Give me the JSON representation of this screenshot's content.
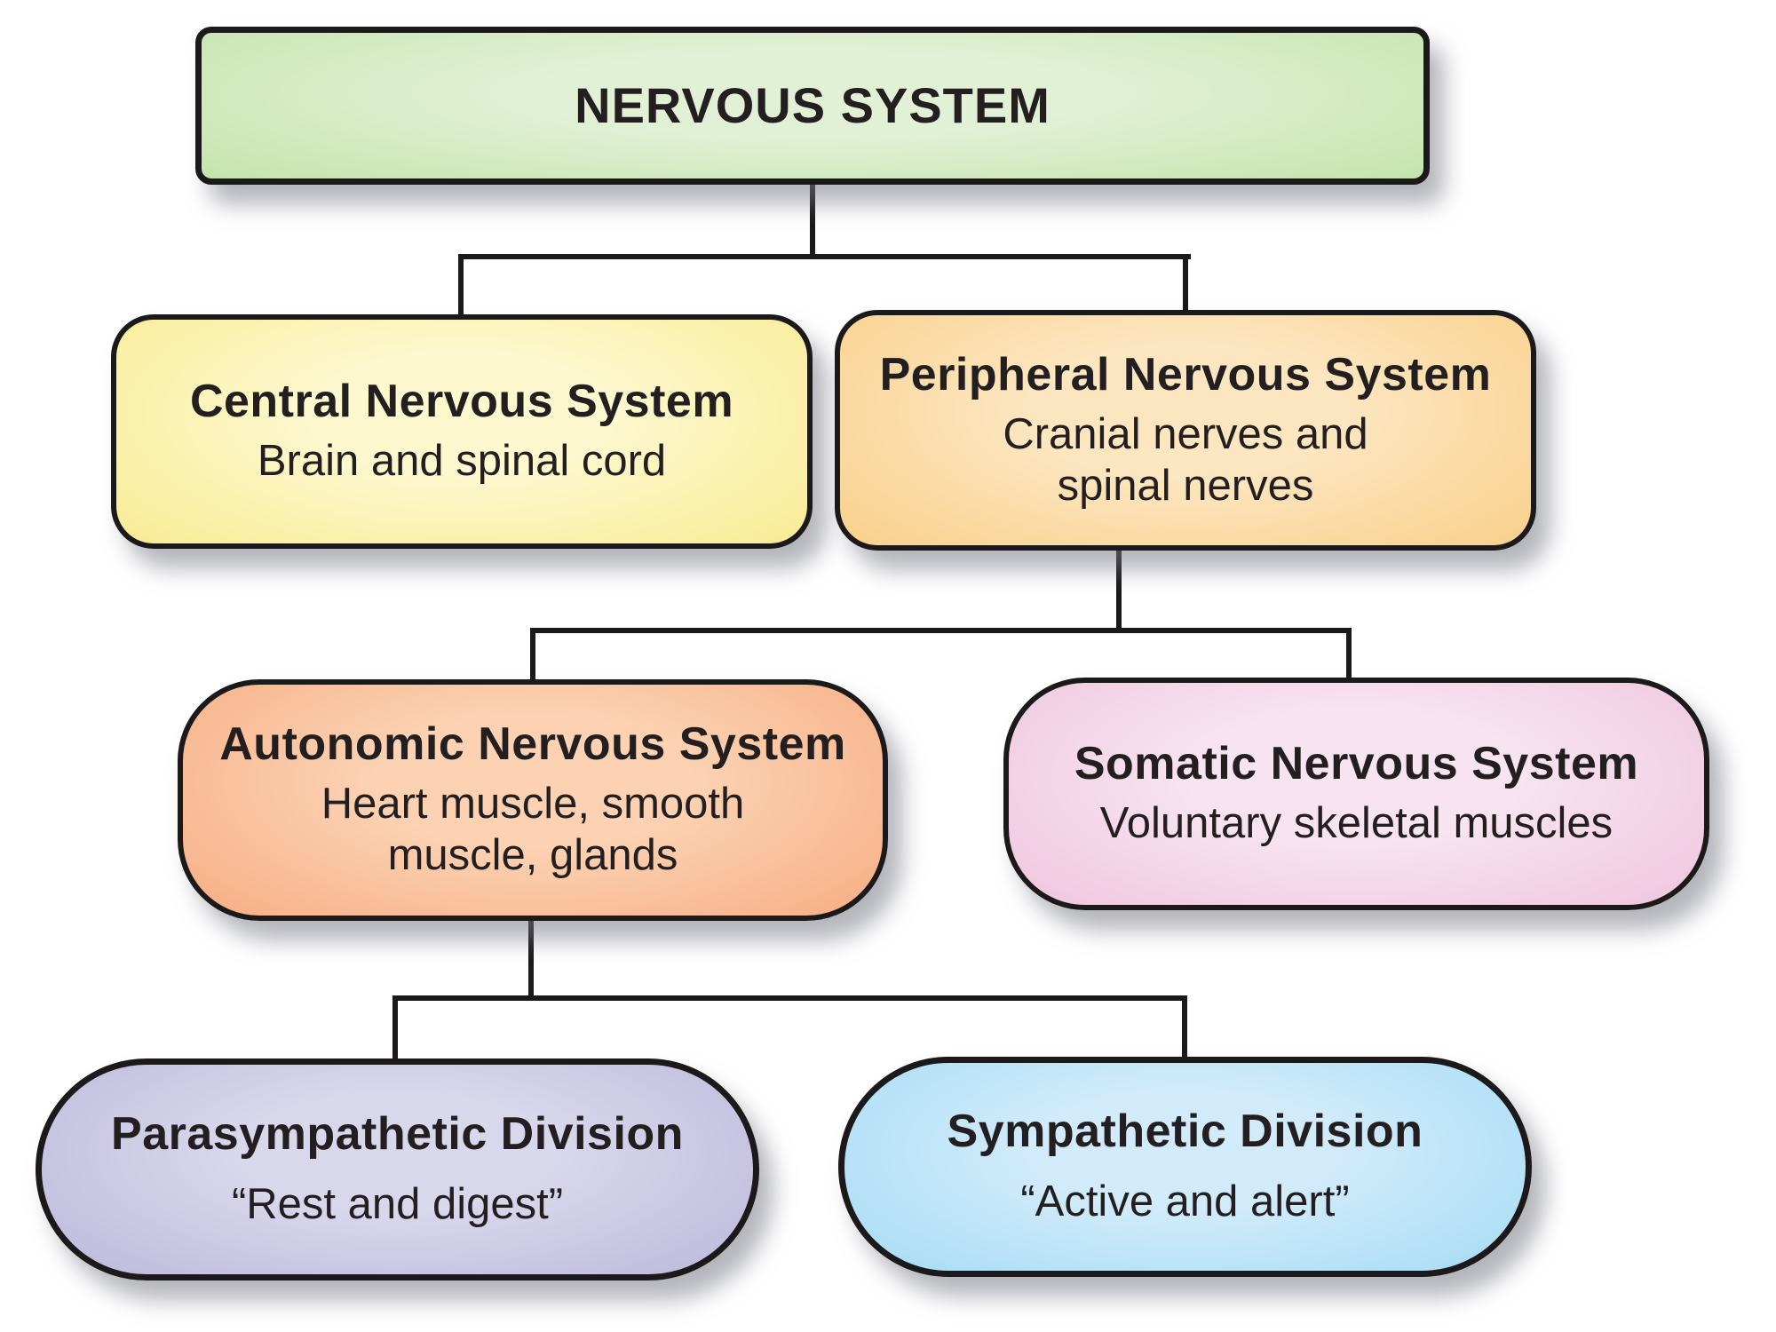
{
  "diagram": {
    "type": "hierarchy-flowchart",
    "connector_color": "#1c191a",
    "text_color": "#231f20",
    "background_color": "#ffffff",
    "nodes": {
      "nervous_system": {
        "title": "NERVOUS SYSTEM",
        "colors": {
          "center": "#e2f1d6",
          "edge": "#bfe2a6",
          "border": "#1c191a"
        }
      },
      "central": {
        "title": "Central Nervous System",
        "subtitle": "Brain and spinal cord",
        "colors": {
          "center": "#fdf8cd",
          "edge": "#f8e98a",
          "border": "#1c191a"
        }
      },
      "peripheral": {
        "title": "Peripheral Nervous System",
        "subtitle_line1": "Cranial nerves and",
        "subtitle_line2": "spinal nerves",
        "colors": {
          "center": "#fce6c0",
          "edge": "#f9cc82",
          "border": "#1c191a"
        }
      },
      "autonomic": {
        "title": "Autonomic Nervous System",
        "subtitle_line1": "Heart muscle, smooth",
        "subtitle_line2": "muscle, glands",
        "colors": {
          "center": "#fcd2b2",
          "edge": "#f5a87c",
          "border": "#1c191a"
        }
      },
      "somatic": {
        "title": "Somatic Nervous System",
        "subtitle": "Voluntary skeletal muscles",
        "colors": {
          "center": "#f8e4f0",
          "edge": "#eec0db",
          "border": "#1c191a"
        }
      },
      "parasympathetic": {
        "title": "Parasympathetic Division",
        "subtitle": "“Rest and digest”",
        "colors": {
          "center": "#d9d7ec",
          "edge": "#b7b3d9",
          "border": "#1c191a"
        }
      },
      "sympathetic": {
        "title": "Sympathetic Division",
        "subtitle": "“Active and alert”",
        "colors": {
          "center": "#d1ebfb",
          "edge": "#9ed9f3",
          "border": "#1c191a"
        }
      }
    }
  }
}
